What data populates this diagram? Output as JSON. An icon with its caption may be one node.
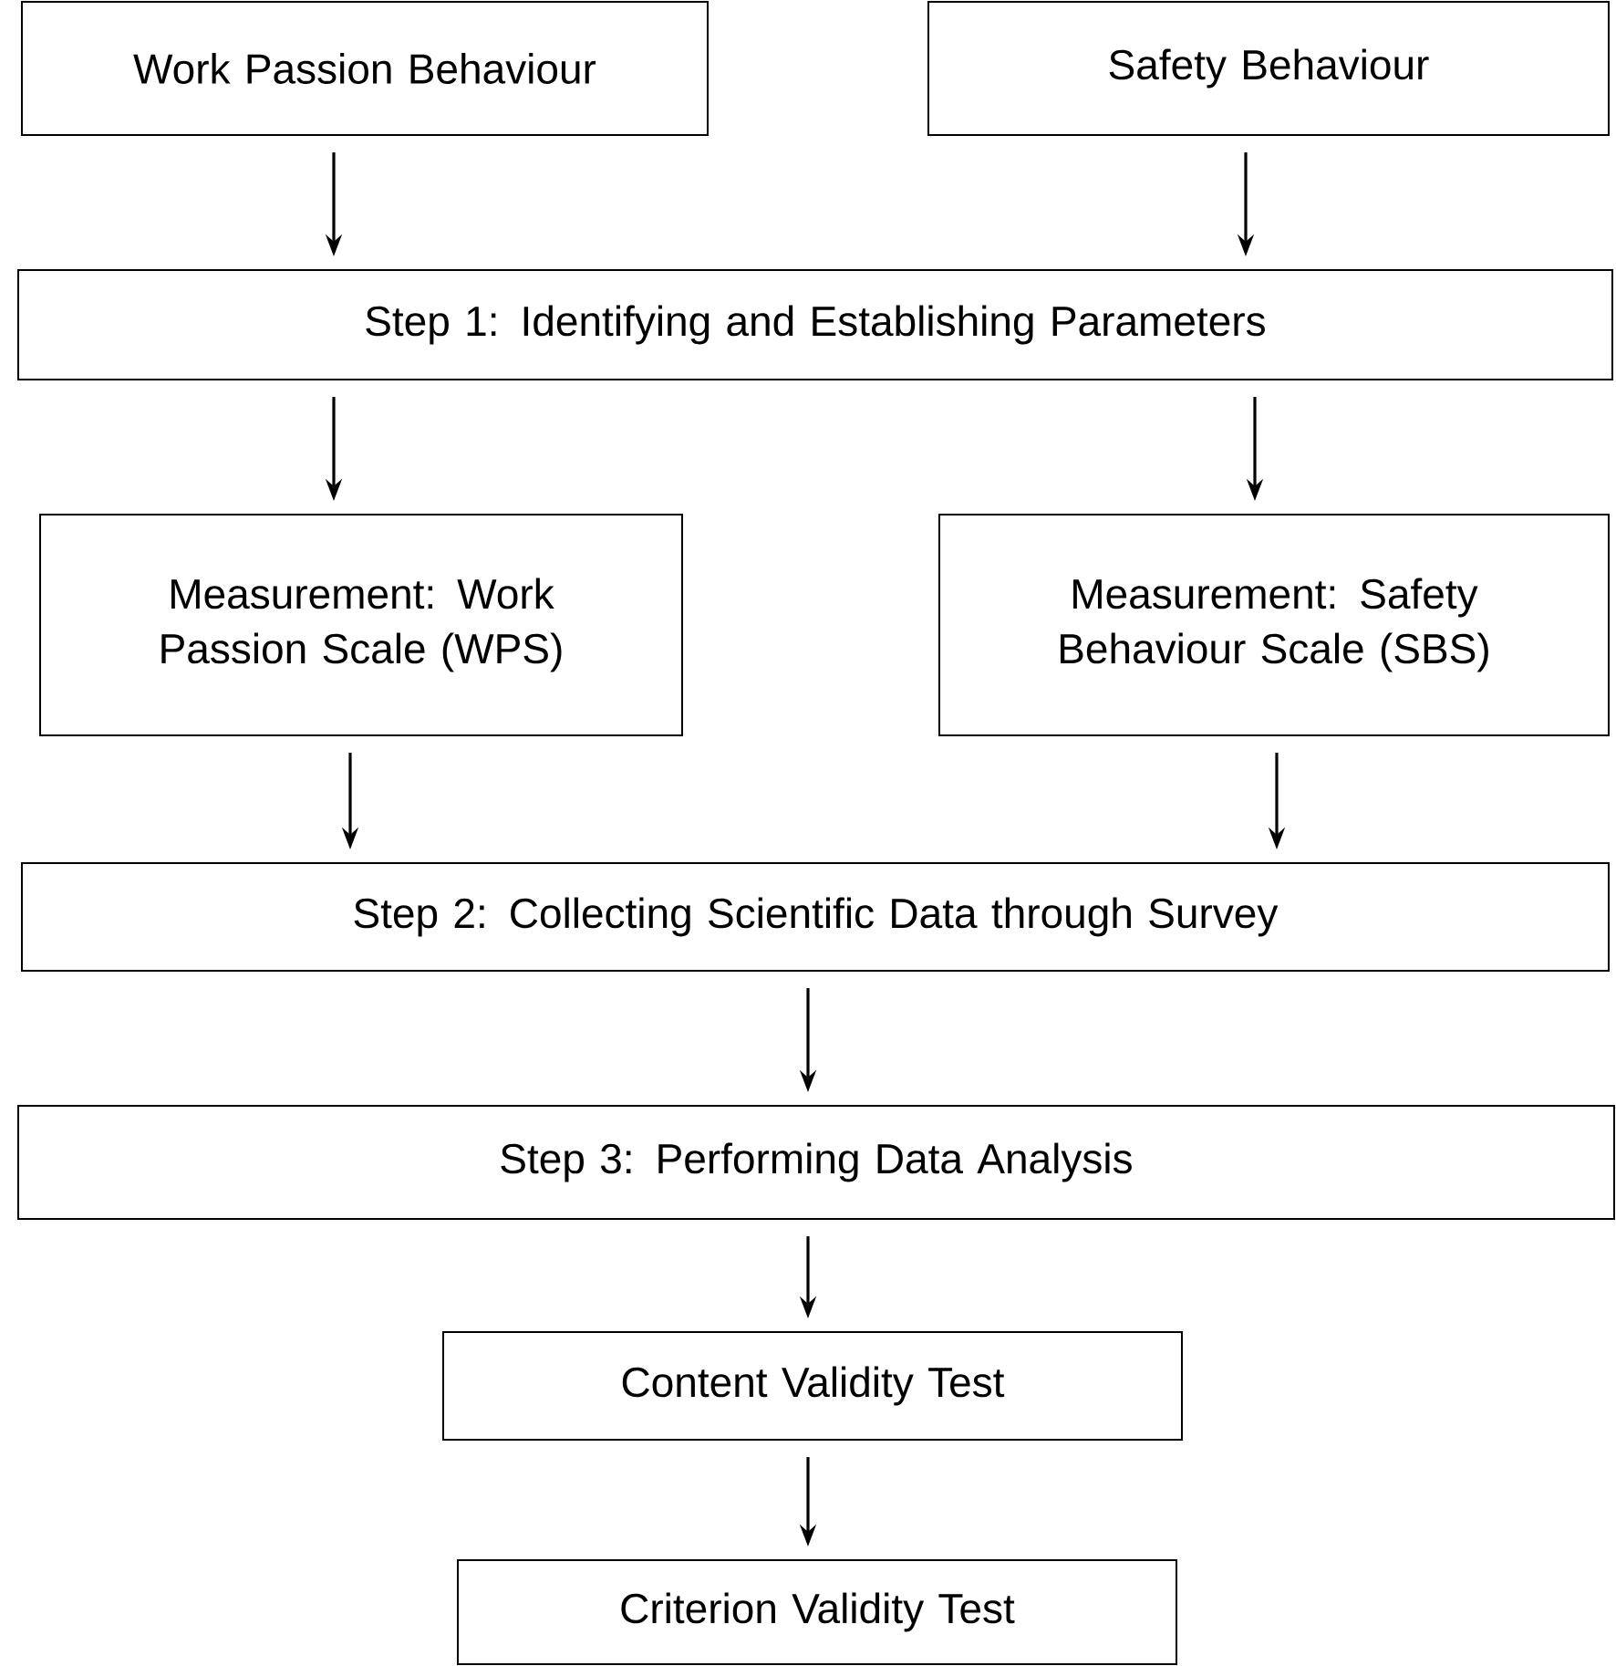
{
  "diagram": {
    "nodes": [
      {
        "text": [
          "Work Passion Behaviour"
        ]
      },
      {
        "text": [
          "Safety Behaviour"
        ]
      },
      {
        "text": [
          "Step 1: Identifying and Establishing Parameters"
        ]
      },
      {
        "text": [
          "Measurement: Work Passion Scale (WPS)"
        ]
      },
      {
        "text": [
          "Measurement: Safety Behaviour Scale (SBS)"
        ]
      },
      {
        "text": [
          "Step 2:  Collecting Scientific Data through Survey"
        ]
      },
      {
        "text": [
          "Step 3:  Performing Data Analysis"
        ]
      },
      {
        "text": [
          "Content Validity Test"
        ]
      },
      {
        "text": [
          "Criterion Validity Test"
        ]
      }
    ],
    "edges": [
      {
        "from": 0,
        "to": 2,
        "arrow": "to"
      },
      {
        "from": 1,
        "to": 2,
        "arrow": "to"
      },
      {
        "from": 2,
        "to": 3,
        "arrow": "to"
      },
      {
        "from": 2,
        "to": 4,
        "arrow": "to"
      },
      {
        "from": 3,
        "to": 5,
        "arrow": "to"
      },
      {
        "from": 4,
        "to": 5,
        "arrow": "to"
      },
      {
        "from": 5,
        "to": 6,
        "arrow": "to"
      },
      {
        "from": 6,
        "to": 7,
        "arrow": "to"
      },
      {
        "from": 7,
        "to": 8,
        "arrow": "to"
      }
    ]
  }
}
